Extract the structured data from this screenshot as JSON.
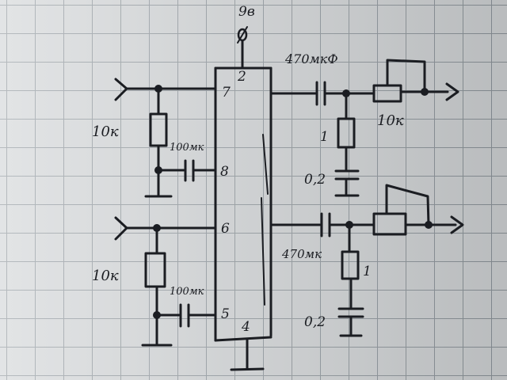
{
  "diagram": {
    "supply_label": "9в",
    "pins": {
      "p2": "2",
      "p7": "7",
      "p8": "8",
      "p6": "6",
      "p5": "5",
      "p4": "4"
    },
    "top_channel": {
      "input_resistor": "10к",
      "feedback_cap": "100мк",
      "output_cap": "470мкФ",
      "series_resistor": "1",
      "zobel_cap": "0,2",
      "volume_pot": "10к"
    },
    "bottom_channel": {
      "input_resistor": "10к",
      "feedback_cap": "100мк",
      "output_cap": "470мк",
      "series_resistor": "1",
      "zobel_cap": "0,2"
    }
  }
}
